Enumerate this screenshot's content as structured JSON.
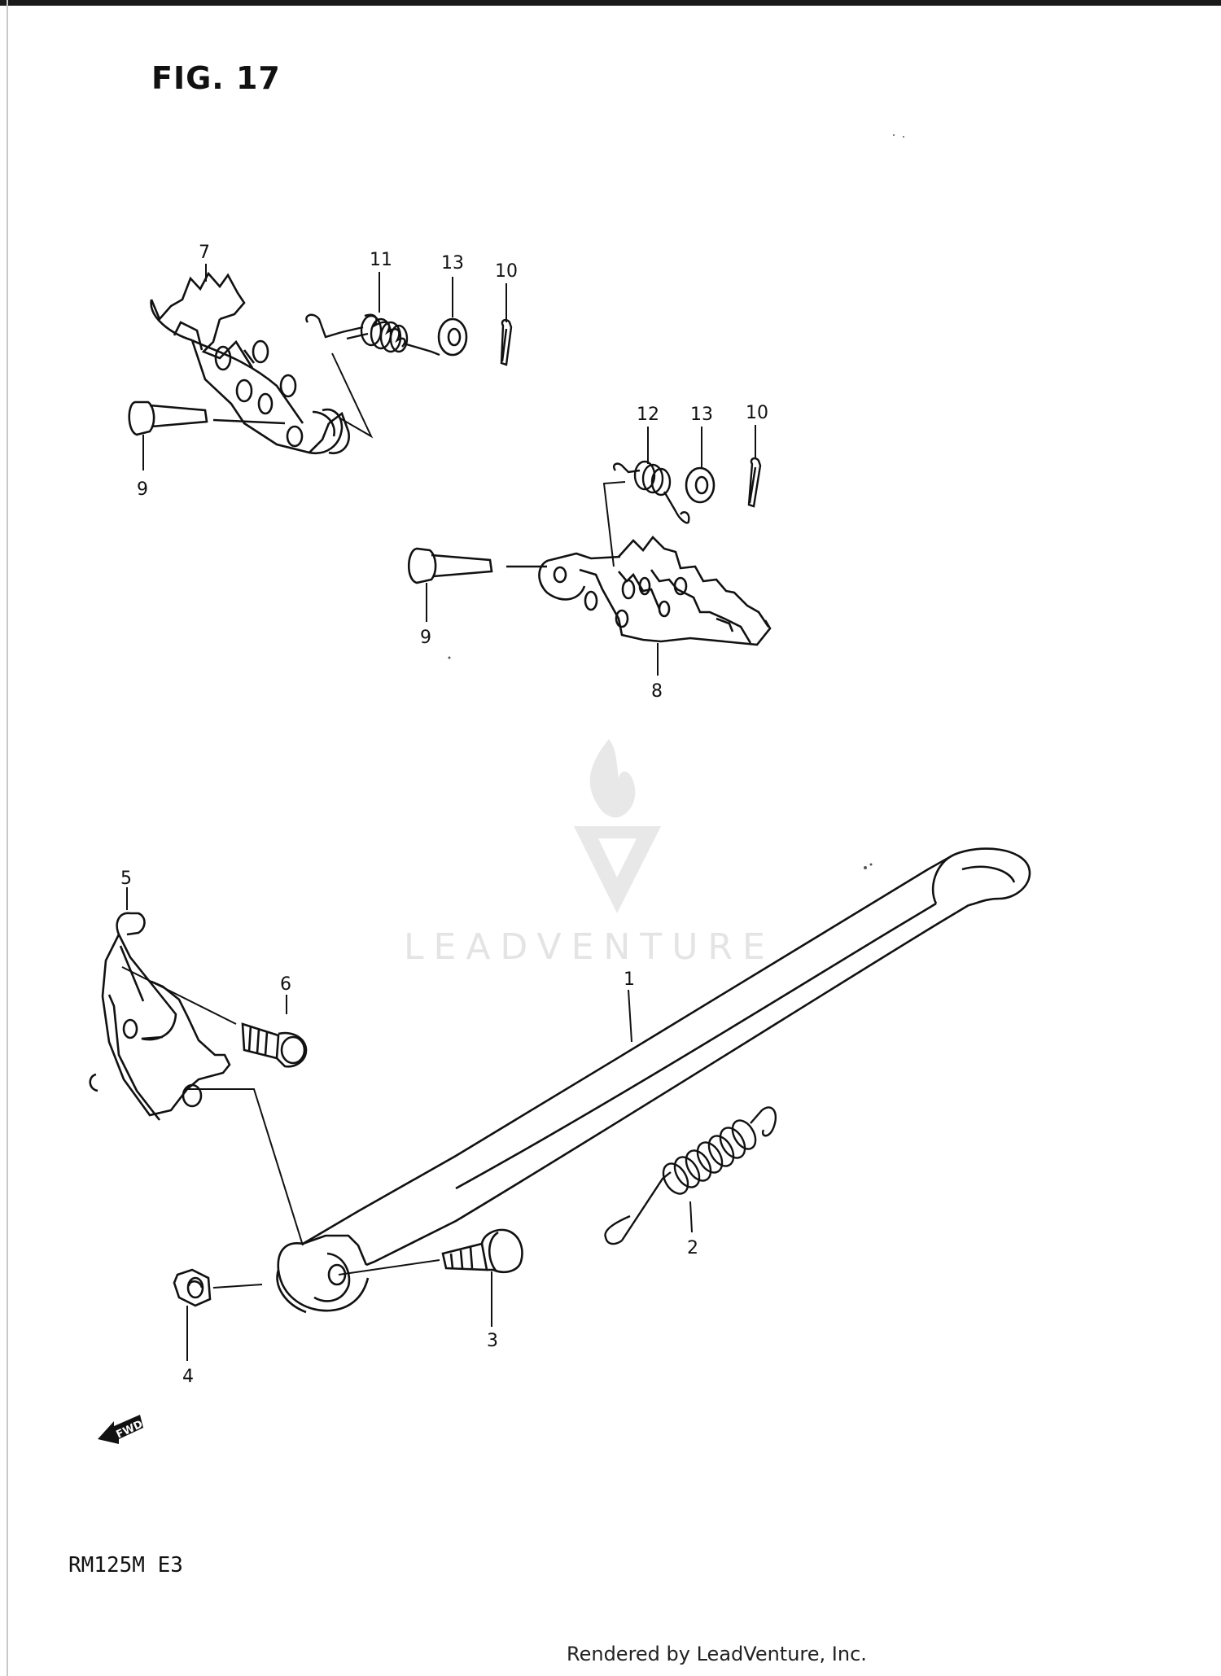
{
  "figure": {
    "title": "FIG. 17",
    "model": "RM125M  E3",
    "credit": "Rendered by LeadVenture, Inc.",
    "watermark": "LEADVENTURE",
    "fwd_label": "FWD"
  },
  "callouts": {
    "c7": "7",
    "c11": "11",
    "c13a": "13",
    "c10a": "10",
    "c9a": "9",
    "c12": "12",
    "c13b": "13",
    "c10b": "10",
    "c9b": "9",
    "c8": "8",
    "c5": "5",
    "c6": "6",
    "c1": "1",
    "c2": "2",
    "c3": "3",
    "c4": "4"
  },
  "parts": [
    {
      "ref": "1",
      "name": "stand-bar"
    },
    {
      "ref": "2",
      "name": "return-spring"
    },
    {
      "ref": "3",
      "name": "pivot-bolt"
    },
    {
      "ref": "4",
      "name": "nut"
    },
    {
      "ref": "5",
      "name": "mounting-bracket"
    },
    {
      "ref": "6",
      "name": "bracket-bolt"
    },
    {
      "ref": "7",
      "name": "footrest-left"
    },
    {
      "ref": "8",
      "name": "footrest-right"
    },
    {
      "ref": "9",
      "name": "footrest-pin"
    },
    {
      "ref": "10",
      "name": "cotter-pin"
    },
    {
      "ref": "11",
      "name": "footrest-spring-left"
    },
    {
      "ref": "12",
      "name": "footrest-spring-right"
    },
    {
      "ref": "13",
      "name": "washer"
    }
  ]
}
